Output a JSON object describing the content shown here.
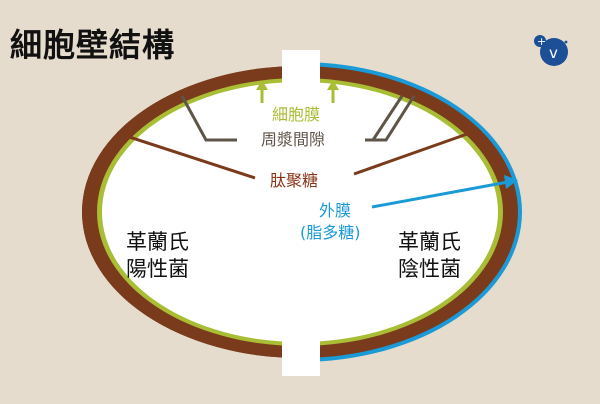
{
  "title": "細胞壁結構",
  "labels": {
    "cell_membrane": "細胞膜",
    "periplasmic_space": "周漿間隙",
    "peptidoglycan": "肽聚糖",
    "outer_membrane": "外膜",
    "lps": "(脂多糖)"
  },
  "gram_positive": {
    "line1": "革蘭氏",
    "line2": "陽性菌"
  },
  "gram_negative": {
    "line1": "革蘭氏",
    "line2": "陰性菌"
  },
  "colors": {
    "background": "#e5dccd",
    "cell_interior": "#ffffff",
    "peptidoglycan": "#7a3a1c",
    "cell_membrane": "#a9bd35",
    "outer_membrane": "#1a9ad6",
    "periplasm_line": "#5e5447",
    "membrane_label": "#a9bd35",
    "periplasm_label": "#5e5447",
    "peptidoglycan_label": "#8a3418",
    "outer_label": "#1a9ad6",
    "logo": "#1c4f95"
  },
  "icons": {
    "logo": "plus-v-logo-icon"
  }
}
